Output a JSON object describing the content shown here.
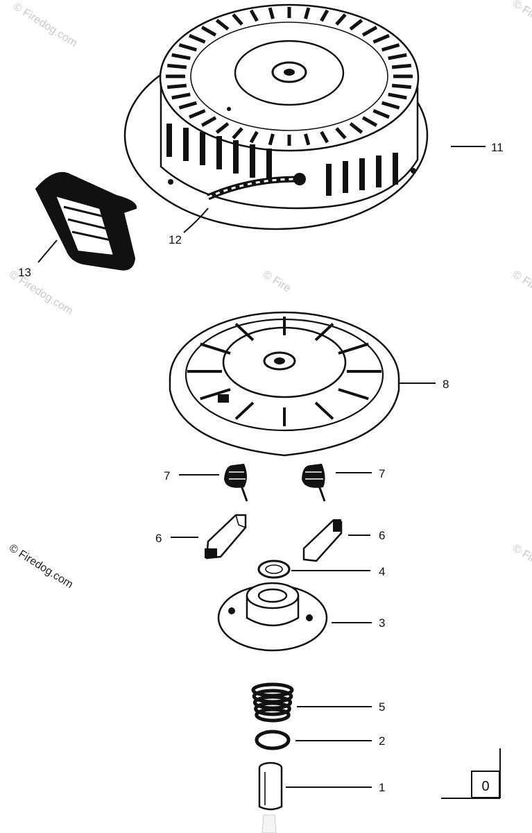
{
  "watermark": {
    "full": "© Firedog.com",
    "short": "© Fire"
  },
  "callouts": {
    "p1": "1",
    "p2": "2",
    "p3": "3",
    "p4": "4",
    "p5": "5",
    "p6_left": "6",
    "p6_right": "6",
    "p7_left": "7",
    "p7_right": "7",
    "p8": "8",
    "p11": "11",
    "p12": "12",
    "p13": "13"
  },
  "page_marker": "0",
  "colors": {
    "ink": "#111111",
    "watermark": "#c8c8c8",
    "background": "#ffffff"
  }
}
